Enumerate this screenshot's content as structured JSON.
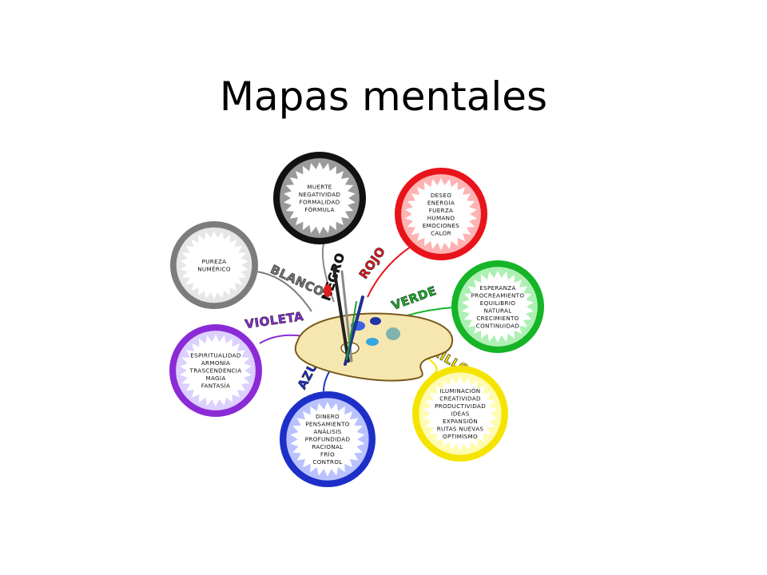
{
  "slide": {
    "title": "Mapas mentales"
  },
  "map": {
    "nodes": [
      {
        "id": "negro",
        "label": "NEGRO",
        "color": "#111111",
        "light": "#9a9a9a",
        "lines": [
          "MUERTE",
          "NEGATIVIDAD",
          "FORMALIDAD",
          "FÓRMULA"
        ]
      },
      {
        "id": "rojo",
        "label": "ROJO",
        "color": "#e8141b",
        "light": "#ffb3b3",
        "lines": [
          "DESEO",
          "ENERGÍA",
          "FUERZA",
          "HUMANO",
          "EMOCIONES",
          "CALOR"
        ]
      },
      {
        "id": "blanco",
        "label": "BLANCO",
        "color": "#7c7c7c",
        "light": "#e6e6e6",
        "lines": [
          "PUREZA",
          "NUMÉRICO"
        ]
      },
      {
        "id": "verde",
        "label": "VERDE",
        "color": "#16b427",
        "light": "#aef0b3",
        "lines": [
          "ESPERANZA",
          "PROCREAMIENTO",
          "EQUILIBRIO",
          "NATURAL",
          "CRECIMIENTO",
          "CONTINUIDAD"
        ]
      },
      {
        "id": "violeta",
        "label": "VIOLETA",
        "color": "#8b2bd6",
        "light": "#dcd0ff",
        "lines": [
          "ESPIRITUALIDAD",
          "ARMONÍA",
          "TRASCENDENCIA",
          "MAGIA",
          "FANTASÍA"
        ]
      },
      {
        "id": "amarillo",
        "label": "AMARILLO",
        "color": "#f4e400",
        "light": "#fffbb0",
        "lines": [
          "ILUMINACIÓN",
          "CREATIVIDAD",
          "PRODUCTIVIDAD",
          "IDEAS",
          "EXPANSIÓN",
          "RUTAS NUEVAS",
          "OPTIMISMO"
        ]
      },
      {
        "id": "azul",
        "label": "AZUL",
        "color": "#1e2fc8",
        "light": "#b9c2ff",
        "lines": [
          "DINERO",
          "PENSAMIENTO",
          "ANÁLISIS",
          "PROFUNDIDAD",
          "RACIONAL",
          "FRÍO",
          "CONTROL"
        ]
      }
    ],
    "center": {
      "caption": ""
    }
  }
}
